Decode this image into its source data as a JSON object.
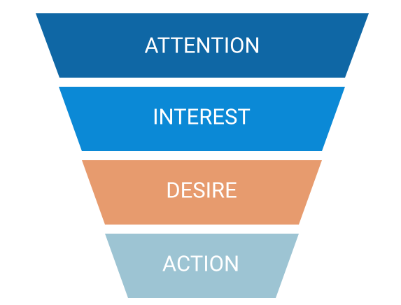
{
  "funnel": {
    "stages": [
      {
        "label": "ATTENTION",
        "color": "#0f67a5"
      },
      {
        "label": "INTEREST",
        "color": "#0b89d6"
      },
      {
        "label": "DESIRE",
        "color": "#e79b6e"
      },
      {
        "label": "ACTION",
        "color": "#9dc4d3"
      }
    ]
  }
}
